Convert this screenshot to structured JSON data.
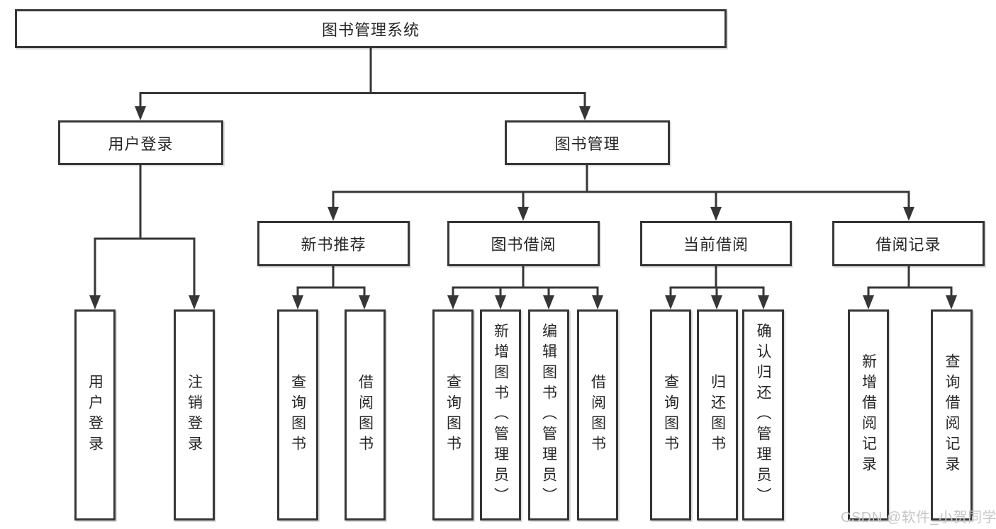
{
  "diagram": {
    "type": "tree-hierarchy",
    "colors": {
      "line": "#363636",
      "box_border": "#363636",
      "text": "#262626",
      "background": "#ffffff",
      "watermark": "#c6c6c6"
    }
  },
  "nodes": {
    "root": {
      "label": "图书管理系统"
    },
    "userLogin": {
      "label": "用户登录"
    },
    "bookManagement": {
      "label": "图书管理"
    },
    "newBookRecommendation": {
      "label": "新书推荐"
    },
    "bookBorrowing": {
      "label": "图书借阅"
    },
    "currentBorrowing": {
      "label": "当前借阅"
    },
    "borrowingRecords": {
      "label": "借阅记录"
    },
    "leafUserLogin": {
      "label": "用户登录"
    },
    "leafLogout": {
      "label": "注销登录"
    },
    "recQueryBook": {
      "label": "查询图书"
    },
    "recBorrowBook": {
      "label": "借阅图书"
    },
    "borQueryBook": {
      "label": "查询图书"
    },
    "borAddBook": {
      "label": "新增图书（管理员）"
    },
    "borEditBook": {
      "label": "编辑图书（管理员）"
    },
    "borBorrowBook": {
      "label": "借阅图书"
    },
    "curQueryBook": {
      "label": "查询图书"
    },
    "curReturnBook": {
      "label": "归还图书"
    },
    "curConfirmReturn": {
      "label": "确认归还（管理员）"
    },
    "recAddRecord": {
      "label": "新增借阅记录"
    },
    "recQueryRecord": {
      "label": "查询借阅记录"
    }
  },
  "hierarchy": {
    "图书管理系统": {
      "用户登录": [
        "用户登录",
        "注销登录"
      ],
      "图书管理": {
        "新书推荐": [
          "查询图书",
          "借阅图书"
        ],
        "图书借阅": [
          "查询图书",
          "新增图书（管理员）",
          "编辑图书（管理员）",
          "借阅图书"
        ],
        "当前借阅": [
          "查询图书",
          "归还图书",
          "确认归还（管理员）"
        ],
        "借阅记录": [
          "新增借阅记录",
          "查询借阅记录"
        ]
      }
    }
  },
  "watermark": {
    "text": "CSDN @软件_小贺同学"
  }
}
